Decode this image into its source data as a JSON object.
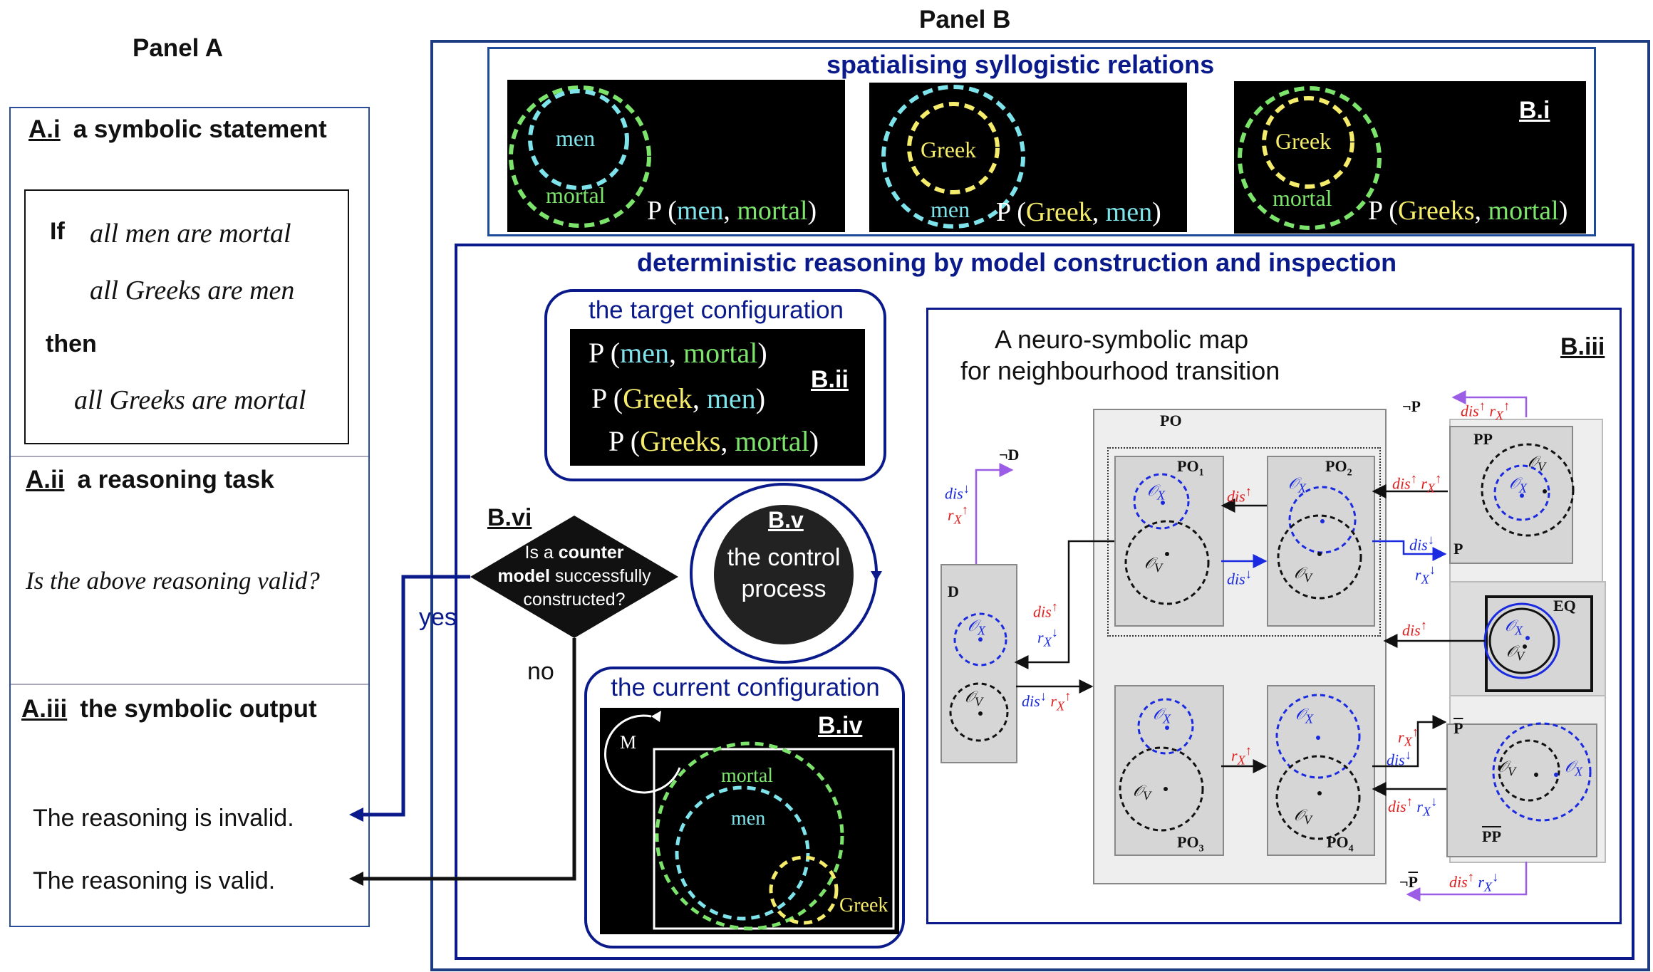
{
  "panel_a": {
    "title": "Panel A",
    "ai": {
      "tag": "A.i",
      "title": "a symbolic statement",
      "if": "If",
      "p1": "all men are mortal",
      "p2": "all Greeks are men",
      "then": "then",
      "c": "all Greeks are mortal"
    },
    "aii": {
      "tag": "A.ii",
      "title": "a reasoning task",
      "q": "Is the above reasoning valid?"
    },
    "aiii": {
      "tag": "A.iii",
      "title": "the symbolic  output",
      "o1": "The reasoning is invalid.",
      "o2": "The reasoning is valid."
    }
  },
  "panel_b": {
    "title": "Panel B",
    "top": {
      "title": "spatialising syllogistic relations",
      "tag": "B.i",
      "p1": {
        "inner": "men",
        "outer": "mortal",
        "P": "P (",
        "a": "men",
        "sep": ", ",
        "b": "mortal",
        "end": ")"
      },
      "p2": {
        "inner": "Greek",
        "outer": "men",
        "P": "P (",
        "a": "Greek",
        "sep": ", ",
        "b": "men",
        "end": ")"
      },
      "p3": {
        "inner": "Greek",
        "outer": "mortal",
        "P": "P (",
        "a": "Greeks",
        "sep": ", ",
        "b": "mortal",
        "end": ")"
      }
    },
    "det": {
      "title": "deterministic reasoning by model construction and inspection",
      "target": {
        "title": "the target configuration",
        "tag": "B.ii",
        "l1a": "men",
        "l1b": "mortal",
        "l2a": "Greek",
        "l2b": "men",
        "l3a": "Greeks",
        "l3b": "mortal",
        "P": "P (",
        "sep": ", ",
        "end": ")"
      },
      "control": {
        "tag": "B.v",
        "line1": "the control",
        "line2": "process"
      },
      "decision": {
        "tag": "B.vi",
        "l1a": "Is a ",
        "l1b": "counter",
        "l2a": "model",
        "l2b": " successfully",
        "l3": "constructed?"
      },
      "yes": "yes",
      "no": "no",
      "current": {
        "title": "the current configuration",
        "tag": "B.iv",
        "M": "M",
        "mortal": "mortal",
        "men": "men",
        "greek": "Greek"
      },
      "map": {
        "tag": "B.iii",
        "title1": "A neuro-symbolic map",
        "title2": "for neighbourhood transition",
        "PO": "PO",
        "PO1": "PO",
        "PO2": "PO",
        "PO3": "PO",
        "PO4": "PO",
        "D": "D",
        "negD": "¬D",
        "PP": "PP",
        "P": "P",
        "negP": "¬P",
        "EQ": "EQ",
        "PPbar": "PP",
        "Pbar": "P",
        "negPbar": "¬P",
        "dis": "dis",
        "r": "r",
        "OX": "𝒪",
        "OV": "𝒪"
      }
    }
  },
  "colors": {
    "navy": "#0a1a8a",
    "cyan": "#7ee3ea",
    "green": "#7ce36b",
    "yellow": "#f4ec6a",
    "red": "#e02020",
    "blue": "#1a2ae0",
    "purple": "#9b5de5"
  }
}
